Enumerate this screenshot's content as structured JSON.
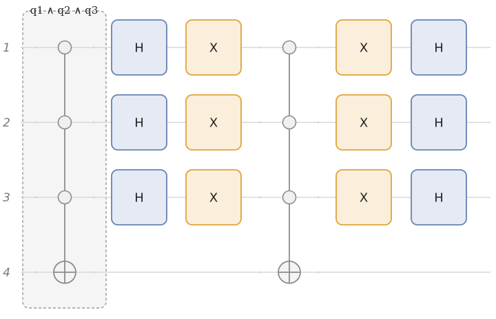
{
  "qubits": [
    "1",
    "2",
    "3",
    "4"
  ],
  "oracle_label": "q1 ∧ q2 ∧ q3",
  "gate_columns": [
    {
      "gate": "H",
      "qubits": [
        1,
        2,
        3
      ]
    },
    {
      "gate": "X",
      "qubits": [
        1,
        2,
        3
      ]
    },
    {
      "gate": "X",
      "qubits": [
        1,
        2,
        3
      ]
    },
    {
      "gate": "H",
      "qubits": [
        1,
        2,
        3
      ]
    }
  ],
  "controlled_ops": [
    {
      "controls": [
        1,
        2,
        3
      ],
      "target": 4,
      "in_oracle_box": true
    },
    {
      "controls": [
        1,
        2,
        3
      ],
      "target": 4,
      "in_oracle_box": false
    }
  ],
  "colors": {
    "H_fill": "#e6eaf4",
    "H_stroke": "#6383b3",
    "X_fill": "#fbeedb",
    "X_stroke": "#e0a23a",
    "wire": "#d9d9d9",
    "control": "#8c8c8c",
    "oracle_box": "#f5f5f5"
  }
}
